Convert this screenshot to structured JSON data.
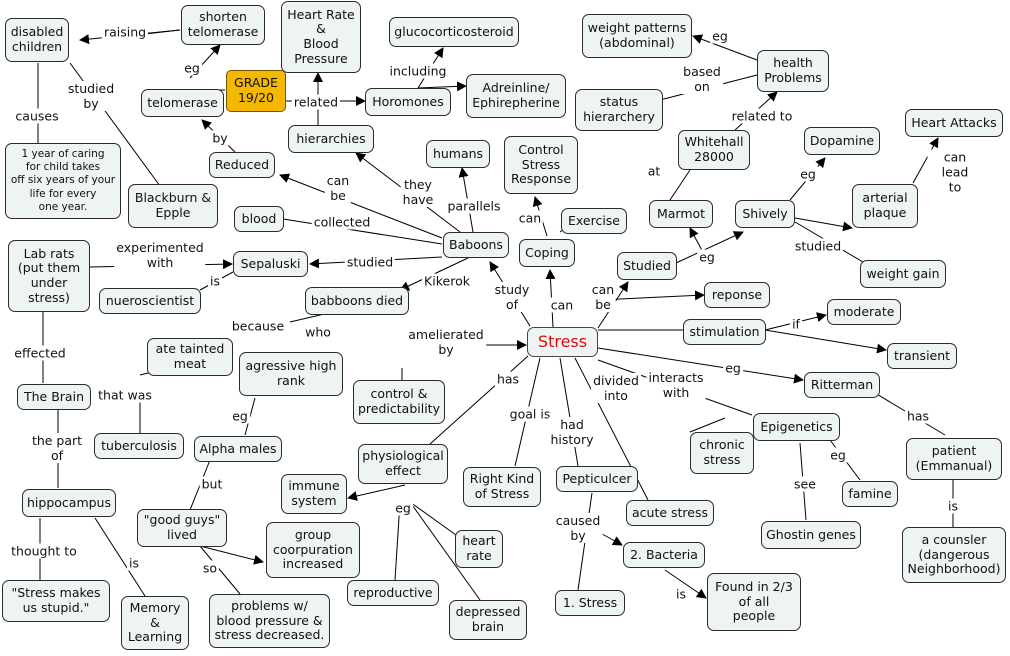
{
  "center": "Stress",
  "grade": "GRADE\n19/20",
  "nodes": {
    "disabled_children": "disabled\nchildren",
    "shorten_telomerase": "shorten\ntelomerase",
    "heart_rate_bp": "Heart Rate\n&\nBlood\nPressure",
    "glucocorticosteroid": "glucocorticosteroid",
    "weight_patterns": "weight patterns\n(abdominal)",
    "health_problems": "health\nProblems",
    "telomerase": "telomerase",
    "horomones": "Horomones",
    "adreinline": "Adreinline/\nEphirepherine",
    "status_hierarchy": "status\nhierarchery",
    "care_year": "1 year of caring\nfor child takes\noff six years of your\nlife for every\none year.",
    "hierarchies": "hierarchies",
    "humans": "humans",
    "control_stress_response": "Control\nStress\nResponse",
    "whitehall": "Whitehall\n28000",
    "dopamine": "Dopamine",
    "heart_attacks": "Heart Attacks",
    "reduced": "Reduced",
    "blackburn": "Blackburn &\nEpple",
    "blood": "blood",
    "exercise": "Exercise",
    "marmot": "Marmot",
    "shively": "Shively",
    "arterial_plaque": "arterial\nplaque",
    "lab_rats": "Lab rats\n(put them\nunder\nstress)",
    "sepaluski": "Sepaluski",
    "baboons": "Baboons",
    "coping": "Coping",
    "studied": "Studied",
    "weight_gain": "weight gain",
    "nueroscientist": "nueroscientist",
    "babboons_died": "babboons died",
    "reponse": "reponse",
    "moderate": "moderate",
    "stimulation": "stimulation",
    "ate_tainted_meat": "ate tainted\nmeat",
    "agressive_rank": "agressive high\nrank",
    "transient": "transient",
    "ritterman": "Ritterman",
    "the_brain": "The Brain",
    "control_predictability": "control &\npredictability",
    "tuberculosis": "tuberculosis",
    "alpha_males": "Alpha males",
    "physiological_effect": "physiological\neffect",
    "chronic_stress": "chronic\nstress",
    "epigenetics": "Epigenetics",
    "patient": "patient\n(Emmanual)",
    "right_kind": "Right Kind\nof Stress",
    "pepticulcer": "Pepticulcer",
    "immune_system": "immune\nsystem",
    "famine": "famine",
    "hippocampus": "hippocampus",
    "good_guys": "\"good guys\"\nlived",
    "acute_stress": "acute stress",
    "ghostin_genes": "Ghostin genes",
    "group_cooperation": "group\ncoorpuration\nincreased",
    "heart_rate": "heart\nrate",
    "bacteria": "2. Bacteria",
    "counsler": "a counsler\n(dangerous\nNeighborhood)",
    "stress_stupid": "\"Stress makes\nus stupid.\"",
    "reproductive": "reproductive",
    "memory_learning": "Memory\n&\nLearning",
    "problems_bp": "problems w/\nblood pressure &\nstress decreased.",
    "depressed_brain": "depressed\nbrain",
    "one_stress": "1. Stress",
    "found_in": "Found in 2/3\nof all\npeople"
  },
  "links": {
    "raising": "raising",
    "eg_telo": "eg",
    "causes": "causes",
    "studied_by": "studied\nby",
    "related_hier": "related",
    "including": "including",
    "eg_weight": "eg",
    "based_on": "based\non",
    "related_to": "related to",
    "by": "by",
    "can_be_reduced": "can\nbe",
    "they_have": "they\nhave",
    "parallels": "parallels",
    "can_coping": "can",
    "at": "at",
    "eg_dopamine": "eg",
    "can_lead_to": "can lead\nto",
    "collected": "collected",
    "experimented_with": "experimented\nwith",
    "studied_sep": "studied",
    "is_neuro": "is",
    "kikerok": "Kikerok",
    "study_of": "study\nof",
    "can_stress": "can",
    "eg_studied": "eg",
    "studied_shively": "studied",
    "can_be_studied": "can\nbe",
    "because": "because",
    "who": "who",
    "amelierated_by": "amelierated\nby",
    "if": "if",
    "eg_ritterman": "eg",
    "effected": "effected",
    "that_was": "that was",
    "has_phys": "has",
    "divided_into": "divided\ninto",
    "interacts_with": "interacts\nwith",
    "has_patient": "has",
    "eg_alpha": "eg",
    "goal_is": "goal is",
    "had_history": "had\nhistory",
    "the_part_of": "the part\nof",
    "eg_famine": "eg",
    "but": "but",
    "eg_phys": "eg",
    "see": "see",
    "is_counsler": "is",
    "caused_by": "caused\nby",
    "thought_to": "thought to",
    "is_memory": "is",
    "so": "so",
    "is_found": "is"
  }
}
